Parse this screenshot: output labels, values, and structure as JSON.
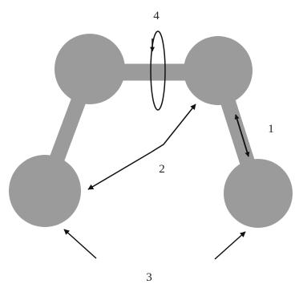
{
  "diagram": {
    "labels": {
      "torsion": "4",
      "stretch": "1",
      "bend": "2",
      "nonbonded": "3"
    },
    "colors": {
      "atom": "#9b9b9b",
      "bond": "#9b9b9b",
      "arrow": "#111111",
      "text": "#222222"
    }
  }
}
